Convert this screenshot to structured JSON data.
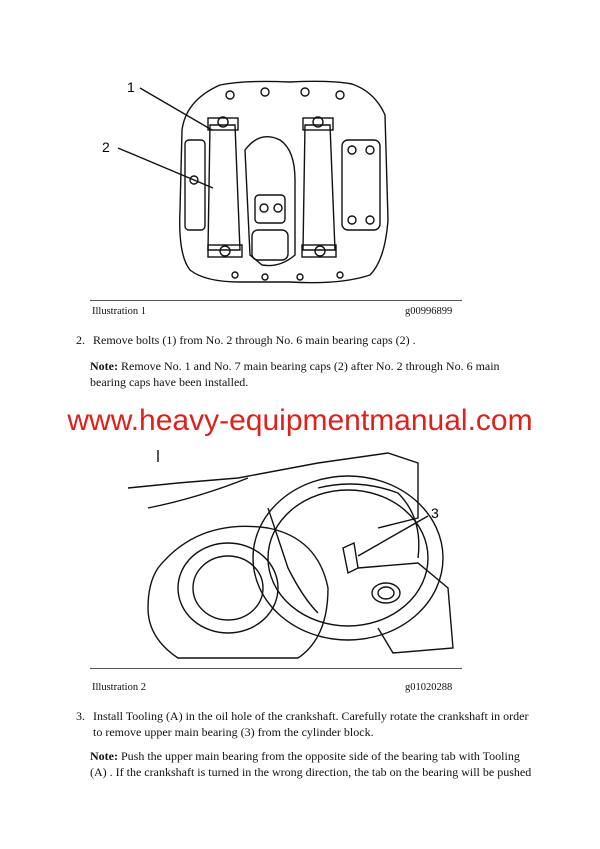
{
  "illustration1": {
    "callouts": [
      "1",
      "2"
    ],
    "caption": "Illustration 1",
    "code": "g00996899"
  },
  "step2": {
    "number": "2.",
    "text": "Remove bolts (1) from No. 2 through No. 6 main bearing caps (2) .",
    "note_label": "Note:",
    "note_text_line1": "Remove No. 1 and No. 7 main bearing caps (2) after No. 2 through No. 6 main",
    "note_text_line2": "bearing caps have been installed."
  },
  "watermark": {
    "text": "www.heavy-equipmentmanual.com",
    "color": "#e0201b"
  },
  "illustration2": {
    "callouts": [
      "3"
    ],
    "caption": "Illustration 2",
    "code": "g01020288"
  },
  "step3": {
    "number": "3.",
    "text_line1": "Install Tooling (A) in the oil hole of the crankshaft. Carefully rotate the crankshaft in order",
    "text_line2": "to remove upper main bearing (3) from the cylinder block.",
    "note_label": "Note:",
    "note_text_line1": "Push the upper main bearing from the opposite side of the bearing tab with Tooling",
    "note_text_line2": "(A) . If the crankshaft is turned in the wrong direction, the tab on the bearing will be pushed"
  }
}
